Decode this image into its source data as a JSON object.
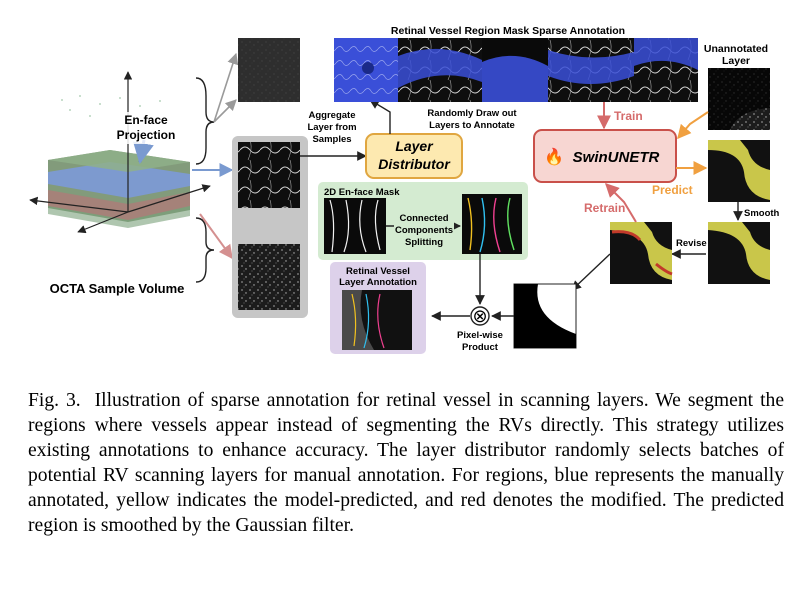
{
  "figure": {
    "title_strip": "Retinal Vessel Region Mask Sparse Annotation",
    "enface_projection_line1": "En-face",
    "enface_projection_line2": "Projection",
    "volume_label": "OCTA Sample Volume",
    "aggregate_line1": "Aggregate",
    "aggregate_line2": "Layer from",
    "aggregate_line3": "Samples",
    "distributor_line1": "Layer",
    "distributor_line2": "Distributor",
    "randomly_line1": "Randomly Draw out",
    "randomly_line2": "Layers to Annotate",
    "swin_label": "SwinUNETR",
    "train_label": "Train",
    "predict_label": "Predict",
    "retrain_label": "Retrain",
    "unannotated_line1": "Unannotated",
    "unannotated_line2": "Layer",
    "smooth_label": "Smooth",
    "revise_label": "Revise",
    "mask_label": "2D En-face Mask",
    "ccs_line1": "Connected",
    "ccs_line2": "Components",
    "ccs_line3": "Splitting",
    "rvla_line1": "Retinal Vessel",
    "rvla_line2": "Layer Annotation",
    "pixelwise_line1": "Pixel-wise",
    "pixelwise_line2": "Product",
    "otimes_symbol": "⊗",
    "fire_symbol": "🔥"
  },
  "caption": {
    "label": "Fig. 3.",
    "text": "Illustration of sparse annotation for retinal vessel in scanning layers. We segment the regions where vessels appear instead of segmenting the RVs directly. This strategy utilizes existing annotations to enhance accuracy. The layer distributor randomly selects batches of potential RV scanning layers for manual annotation. For regions, blue represents the manually annotated, yellow indicates the model-predicted, and red denotes the modified. The predicted region is smoothed by the Gaussian filter."
  },
  "colors": {
    "annotation_blue": "#3a4fd8",
    "predicted_yellow": "#c9c64a",
    "modified_red": "#c23a2a",
    "distributor_fill": "#fde9b0",
    "distributor_stroke": "#e0a640",
    "swin_fill": "#f7d6d2",
    "swin_stroke": "#c9504a",
    "mask_panel": "#d4ebd1",
    "annotation_panel": "#ddd1ea",
    "sample_panel": "#c6c6c6",
    "train_arrow": "#d56b6b",
    "predict_arrow": "#f0a040"
  }
}
